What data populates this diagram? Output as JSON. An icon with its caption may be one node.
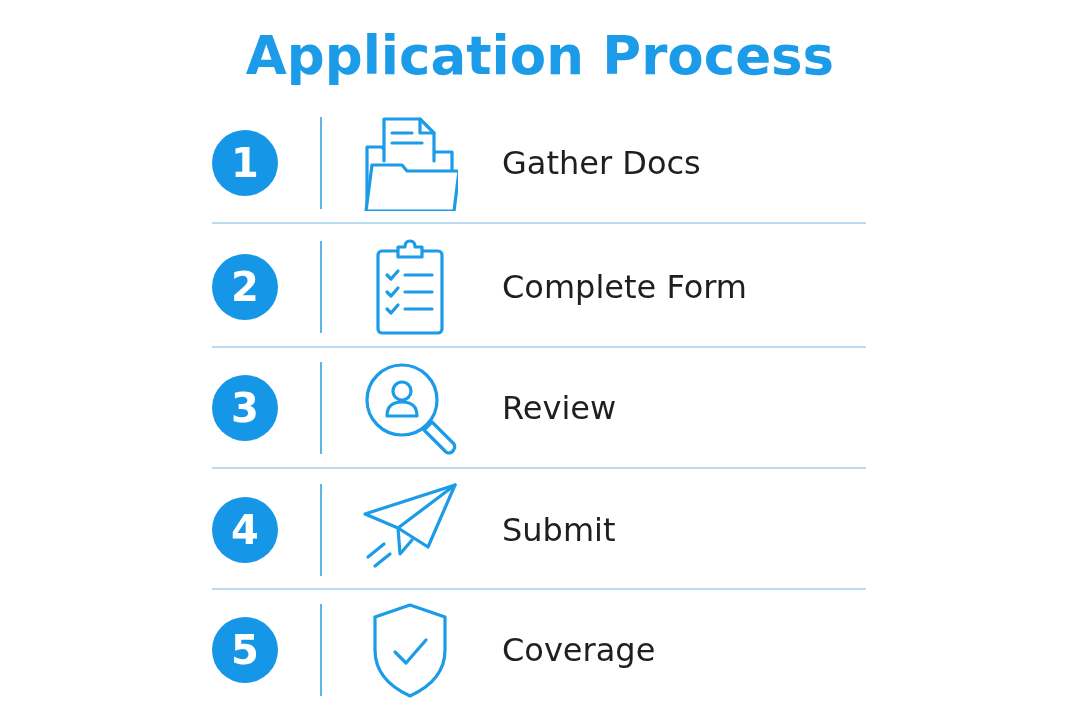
{
  "diagram": {
    "title": "Application Process",
    "nodes": [
      {
        "text": [
          "1"
        ]
      },
      {
        "text": [
          "2"
        ]
      },
      {
        "text": [
          "3"
        ]
      },
      {
        "text": [
          "4"
        ]
      },
      {
        "text": [
          "5"
        ]
      }
    ],
    "labels": [
      "Gather Docs",
      "Complete Form",
      "Review",
      "Submit",
      "Coverage"
    ]
  }
}
